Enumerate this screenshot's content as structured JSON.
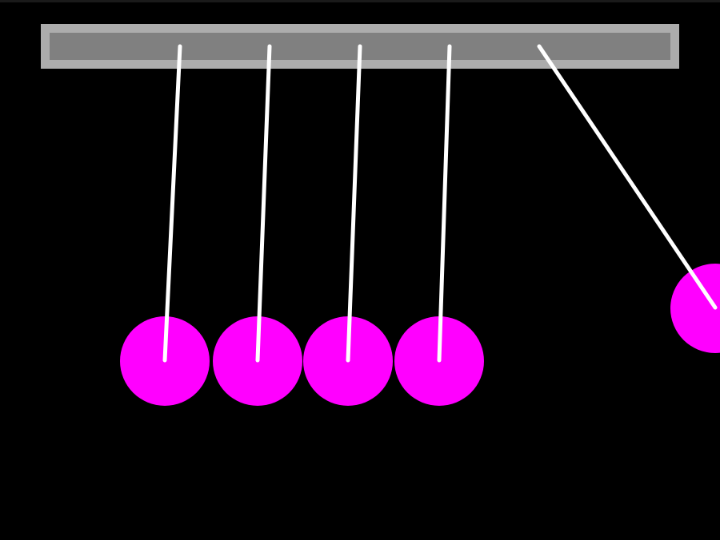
{
  "colors": {
    "background": "#000000",
    "bar_frame": "#acacac",
    "bar_inner": "#808080",
    "string": "#ffffff",
    "ball": "#ff00ff"
  },
  "pendulum": {
    "ball_count": 5,
    "swung_ball": "rightmost",
    "swing_side": "right"
  }
}
